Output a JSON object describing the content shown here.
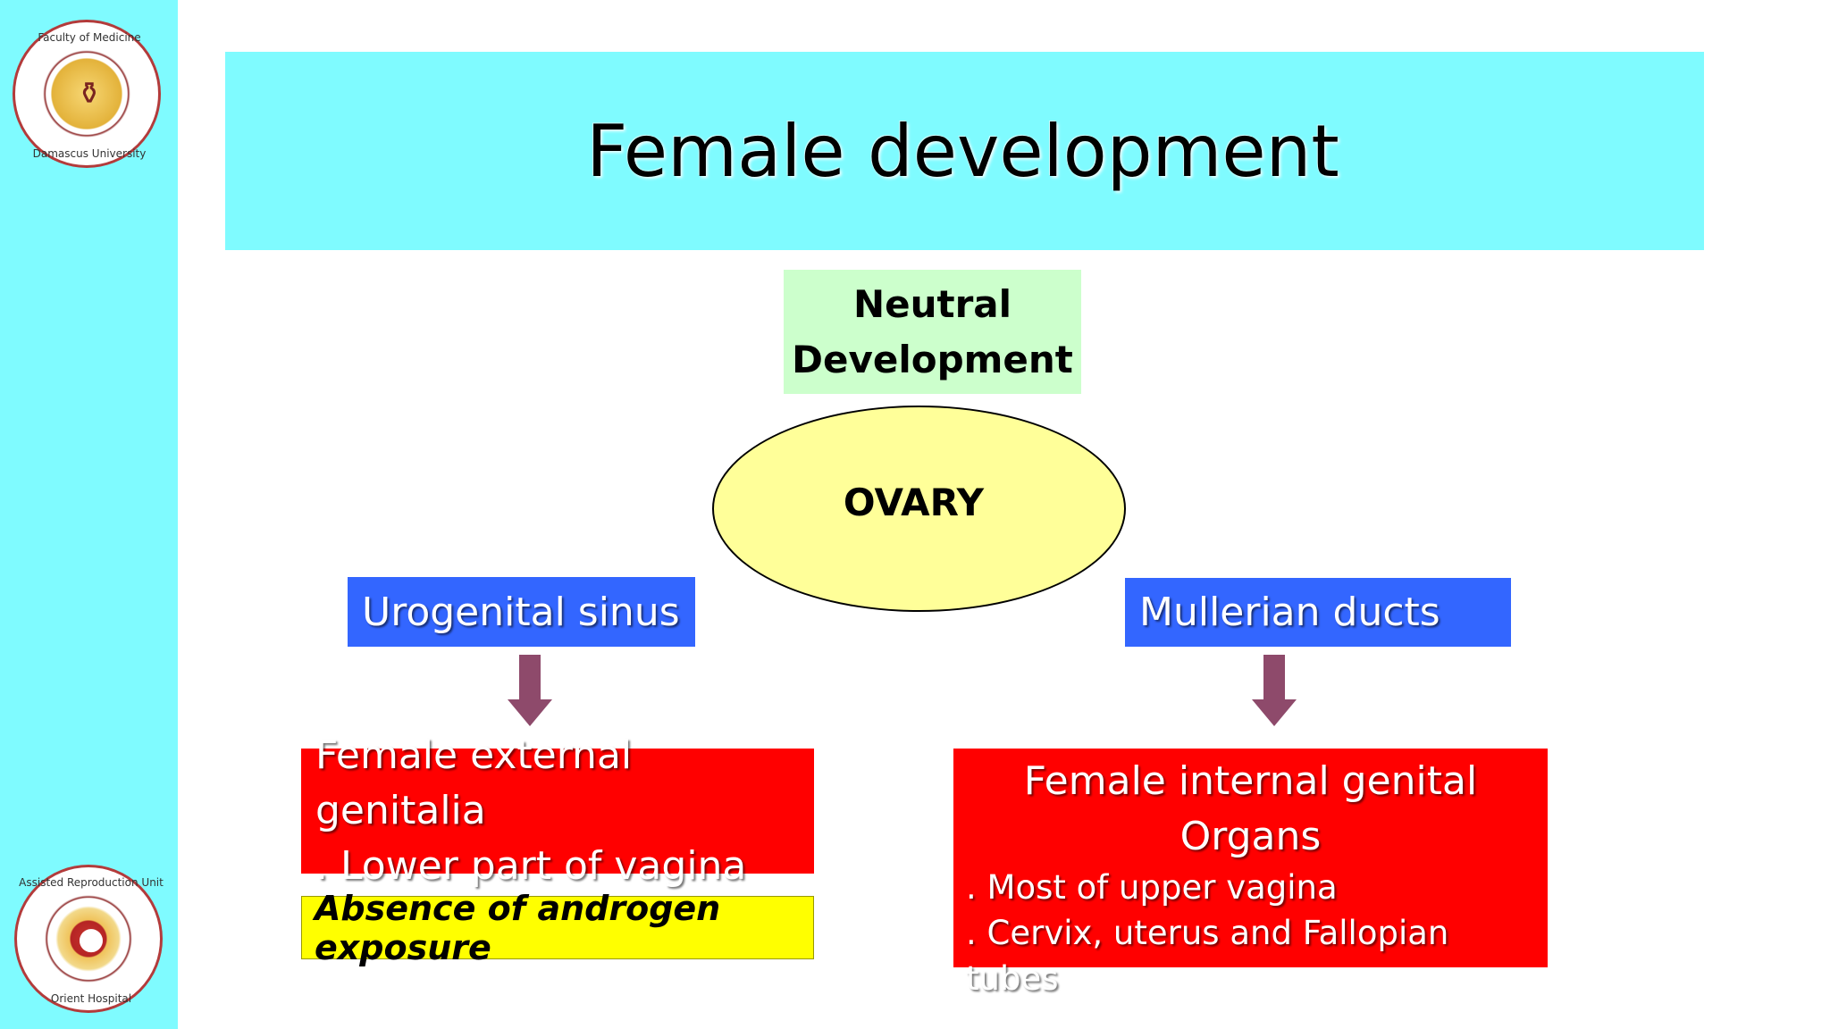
{
  "slide": {
    "title": "Female development"
  },
  "logos": {
    "top": {
      "icon": "faculty-of-medicine-seal-icon",
      "text_top": "Faculty of Medicine",
      "text_bottom": "Damascus University"
    },
    "bottom": {
      "icon": "assisted-reproduction-unit-seal-icon",
      "text_top": "Assisted Reproduction Unit",
      "text_bottom": "Orient Hospital"
    }
  },
  "diagram": {
    "neutral_line1": "Neutral",
    "neutral_line2": "Development",
    "ovary": "OVARY",
    "left_branch": "Urogenital sinus",
    "right_branch": "Mullerian ducts",
    "external": {
      "line1": "Female external genitalia",
      "line2": ". Lower part of vagina"
    },
    "internal": {
      "title_line1": "Female internal genital",
      "title_line2": "Organs",
      "item1": ". Most of upper vagina",
      "item2": ". Cervix, uterus and Fallopian tubes"
    },
    "note": "Absence of androgen exposure"
  },
  "colors": {
    "sidebar": "#7ffbff",
    "title_band": "#7ffbff",
    "neutral_box": "#ccffcc",
    "ovary_fill": "#ffff99",
    "branch_box": "#3366ff",
    "result_box": "#ff0000",
    "note_box": "#ffff00",
    "arrow": "#8e4a6b"
  }
}
